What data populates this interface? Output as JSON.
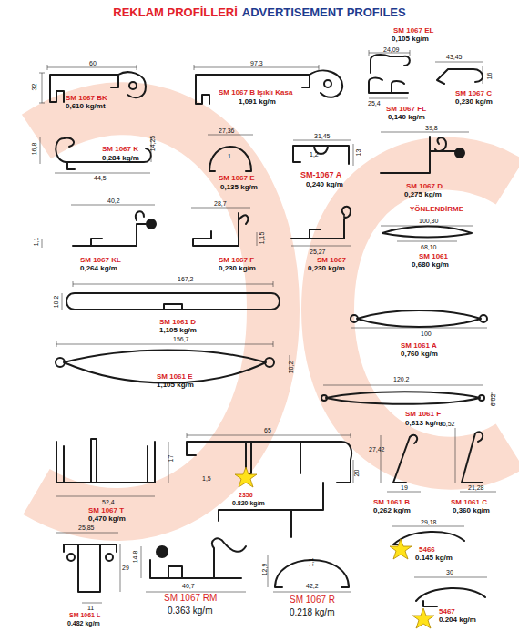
{
  "diagram": {
    "title": "REKLAM PROFİLLERİ",
    "labels": [
      "ADVERTISEMENT PROFILES",
      "60",
      "32",
      "SM 1067 BK",
      "0,610 kg/mt",
      "97,3",
      "SM 1067 B Işıklı Kasa",
      "1,091  kg/m",
      "SM 1067 EL",
      "0,105 kg/m",
      "24,09",
      "25,4",
      "SM 1067 FL",
      "0,140 kg/m",
      "43,45",
      "16",
      "SM 1067 C",
      "0,230 kg/m",
      "16,8",
      "14,25",
      "SM 1067 K",
      "0,284 kg/m",
      "44,5",
      "27,36",
      "1",
      "SM 1067 E",
      "0,135 kg/m",
      "31,45",
      "1,2",
      "13",
      "SM-1067 A",
      "0,240 kg/m",
      "39,8",
      "SM 1067 D",
      "0,275 kg/m",
      "40,2",
      "1,1",
      "SM 1067 KL",
      "0,264 kg/m",
      "28,7",
      "1,15",
      "SM 1067 F",
      "0,230 kg/m",
      "25,27",
      "SM 1067",
      "0,230 kg/m",
      "YÖNLENDİRME",
      "100,30",
      "68,10",
      "SM 1061",
      "0,680 kg/m",
      "167,2",
      "10,2",
      "SM 1061 D",
      "1,105 kg/m",
      "100",
      "SM 1061 A",
      "0,760  kg/m",
      "156,7",
      "10,2",
      "SM 1061 E",
      "1,105 kg/m",
      "120,2",
      "6,02",
      "SM 1061 F",
      "0,613 kg/m",
      "17",
      "52,4",
      "SM 1067 T",
      "0,470 kg/m",
      "65",
      "20",
      "1,5",
      "2356",
      "0.820 kg/m",
      "27,42",
      "19",
      "SM 1061 B",
      "0,262 kg/m",
      "36,52",
      "21,28",
      "SM 1061  C",
      "0,360 kg/m",
      "25,85",
      "29",
      "11",
      "SM 1061 L",
      "0.482 kg/m",
      "14,8",
      "40,7",
      "SM 1067 RM",
      "0.363 kg/m",
      "12,9",
      "1,1",
      "42,2",
      "SM 1067 R",
      "0.218 kg/m",
      "29,18",
      "5466",
      "0.145 kg/m",
      "30",
      "5467",
      "0.204 kg/m"
    ]
  }
}
